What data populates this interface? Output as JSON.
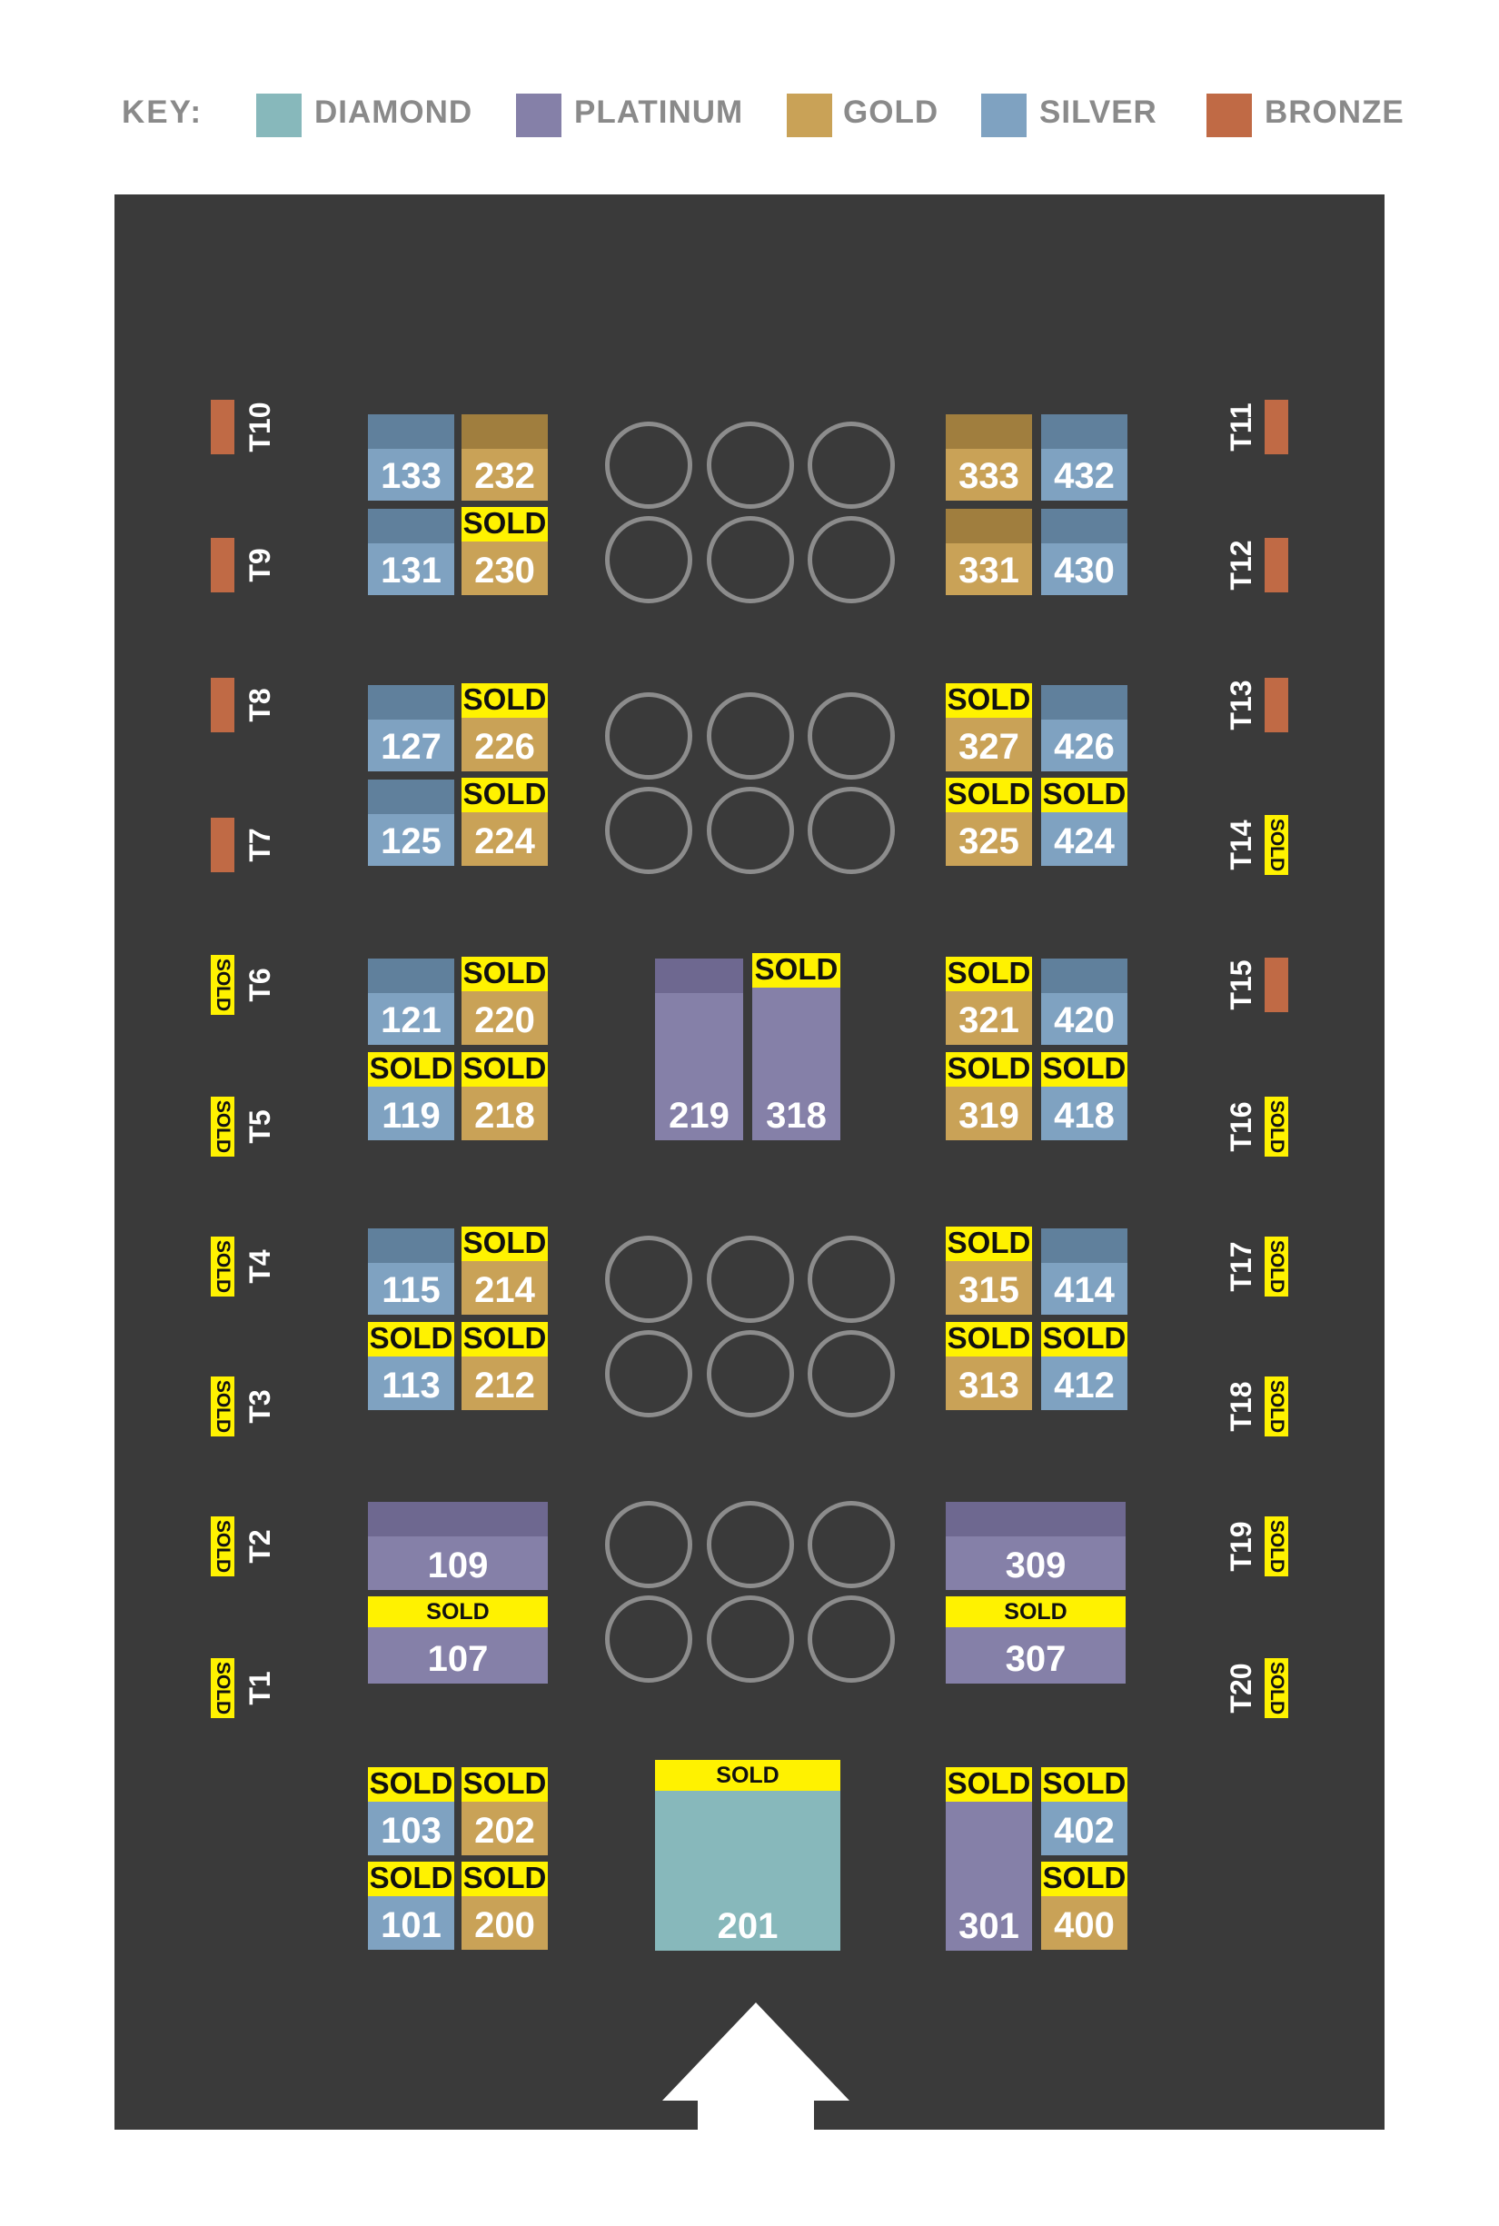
{
  "key": {
    "title": "KEY:",
    "items": [
      {
        "label": "DIAMOND",
        "color": "#87b8bb"
      },
      {
        "label": "PLATINUM",
        "color": "#8580a8"
      },
      {
        "label": "GOLD",
        "color": "#c9a257"
      },
      {
        "label": "SILVER",
        "color": "#7fa2c1"
      },
      {
        "label": "BRONZE",
        "color": "#c06a45"
      }
    ]
  },
  "sold_label": "SOLD",
  "booths": {
    "b133": {
      "number": "133",
      "tier": "SILVER",
      "sold": false
    },
    "b232": {
      "number": "232",
      "tier": "GOLD",
      "sold": false
    },
    "b131": {
      "number": "131",
      "tier": "SILVER",
      "sold": false
    },
    "b230": {
      "number": "230",
      "tier": "GOLD",
      "sold": true
    },
    "b127": {
      "number": "127",
      "tier": "SILVER",
      "sold": false
    },
    "b226": {
      "number": "226",
      "tier": "GOLD",
      "sold": true
    },
    "b125": {
      "number": "125",
      "tier": "SILVER",
      "sold": false
    },
    "b224": {
      "number": "224",
      "tier": "GOLD",
      "sold": true
    },
    "b121": {
      "number": "121",
      "tier": "SILVER",
      "sold": false
    },
    "b220": {
      "number": "220",
      "tier": "GOLD",
      "sold": true
    },
    "b119": {
      "number": "119",
      "tier": "SILVER",
      "sold": true
    },
    "b218": {
      "number": "218",
      "tier": "GOLD",
      "sold": true
    },
    "b115": {
      "number": "115",
      "tier": "SILVER",
      "sold": false
    },
    "b214": {
      "number": "214",
      "tier": "GOLD",
      "sold": true
    },
    "b113": {
      "number": "113",
      "tier": "SILVER",
      "sold": true
    },
    "b212": {
      "number": "212",
      "tier": "GOLD",
      "sold": true
    },
    "b109": {
      "number": "109",
      "tier": "PLATINUM",
      "sold": false
    },
    "b107": {
      "number": "107",
      "tier": "PLATINUM",
      "sold": true
    },
    "b103": {
      "number": "103",
      "tier": "SILVER",
      "sold": true
    },
    "b202": {
      "number": "202",
      "tier": "GOLD",
      "sold": true
    },
    "b101": {
      "number": "101",
      "tier": "SILVER",
      "sold": true
    },
    "b200": {
      "number": "200",
      "tier": "GOLD",
      "sold": true
    },
    "b219": {
      "number": "219",
      "tier": "PLATINUM",
      "sold": false
    },
    "b318": {
      "number": "318",
      "tier": "PLATINUM",
      "sold": true
    },
    "b201": {
      "number": "201",
      "tier": "DIAMOND",
      "sold": true
    },
    "b333": {
      "number": "333",
      "tier": "GOLD",
      "sold": false
    },
    "b432": {
      "number": "432",
      "tier": "SILVER",
      "sold": false
    },
    "b331": {
      "number": "331",
      "tier": "GOLD",
      "sold": false
    },
    "b430": {
      "number": "430",
      "tier": "SILVER",
      "sold": false
    },
    "b327": {
      "number": "327",
      "tier": "GOLD",
      "sold": true
    },
    "b426": {
      "number": "426",
      "tier": "SILVER",
      "sold": false
    },
    "b325": {
      "number": "325",
      "tier": "GOLD",
      "sold": true
    },
    "b424": {
      "number": "424",
      "tier": "SILVER",
      "sold": true
    },
    "b321": {
      "number": "321",
      "tier": "GOLD",
      "sold": true
    },
    "b420": {
      "number": "420",
      "tier": "SILVER",
      "sold": false
    },
    "b319": {
      "number": "319",
      "tier": "GOLD",
      "sold": true
    },
    "b418": {
      "number": "418",
      "tier": "SILVER",
      "sold": true
    },
    "b315": {
      "number": "315",
      "tier": "GOLD",
      "sold": true
    },
    "b414": {
      "number": "414",
      "tier": "SILVER",
      "sold": false
    },
    "b313": {
      "number": "313",
      "tier": "GOLD",
      "sold": true
    },
    "b412": {
      "number": "412",
      "tier": "SILVER",
      "sold": true
    },
    "b309": {
      "number": "309",
      "tier": "PLATINUM",
      "sold": false
    },
    "b307": {
      "number": "307",
      "tier": "PLATINUM",
      "sold": true
    },
    "b301": {
      "number": "301",
      "tier": "PLATINUM",
      "sold": true
    },
    "b402": {
      "number": "402",
      "tier": "SILVER",
      "sold": true
    },
    "b400": {
      "number": "400",
      "tier": "GOLD",
      "sold": true
    }
  },
  "tables": {
    "t10": {
      "label": "T10",
      "sold": false
    },
    "t9": {
      "label": "T9",
      "sold": false
    },
    "t8": {
      "label": "T8",
      "sold": false
    },
    "t7": {
      "label": "T7",
      "sold": false
    },
    "t6": {
      "label": "T6",
      "sold": true
    },
    "t5": {
      "label": "T5",
      "sold": true
    },
    "t4": {
      "label": "T4",
      "sold": true
    },
    "t3": {
      "label": "T3",
      "sold": true
    },
    "t2": {
      "label": "T2",
      "sold": true
    },
    "t1": {
      "label": "T1",
      "sold": true
    },
    "t11": {
      "label": "T11",
      "sold": false
    },
    "t12": {
      "label": "T12",
      "sold": false
    },
    "t13": {
      "label": "T13",
      "sold": false
    },
    "t14": {
      "label": "T14",
      "sold": true
    },
    "t15": {
      "label": "T15",
      "sold": false
    },
    "t16": {
      "label": "T16",
      "sold": true
    },
    "t17": {
      "label": "T17",
      "sold": true
    },
    "t18": {
      "label": "T18",
      "sold": true
    },
    "t19": {
      "label": "T19",
      "sold": true
    },
    "t20": {
      "label": "T20",
      "sold": true
    }
  }
}
